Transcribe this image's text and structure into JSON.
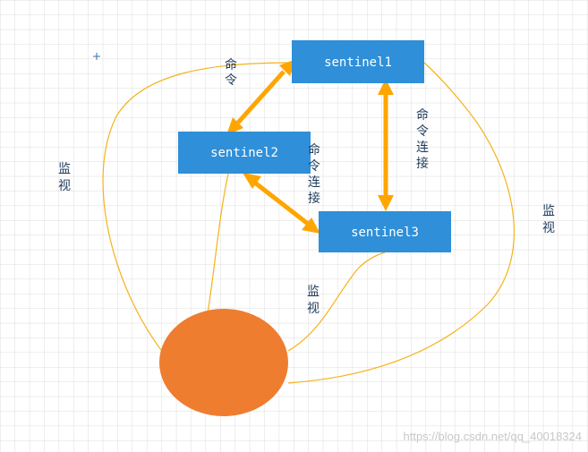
{
  "colors": {
    "node_fill": "#2f8fd8",
    "node_text": "#ffffff",
    "arrow": "#ffa500",
    "line": "#f5b21a",
    "ellipse": "#ee7d30",
    "grid": "#dcdcdc",
    "label": "#1f3b5a",
    "watermark": "#c8c8c8"
  },
  "nodes": {
    "sentinel1": "sentinel1",
    "sentinel2": "sentinel2",
    "sentinel3": "sentinel3"
  },
  "labels": {
    "cmd_top": [
      "命",
      "令"
    ],
    "cmd_conn_mid": [
      "命",
      "令",
      "连",
      "接"
    ],
    "cmd_conn_right": [
      "命",
      "令",
      "连",
      "接"
    ],
    "monitor_left": [
      "监",
      "视"
    ],
    "monitor_center": [
      "监",
      "视"
    ],
    "monitor_right": [
      "监",
      "视"
    ]
  },
  "watermark": "https://blog.csdn.net/qq_40018324"
}
